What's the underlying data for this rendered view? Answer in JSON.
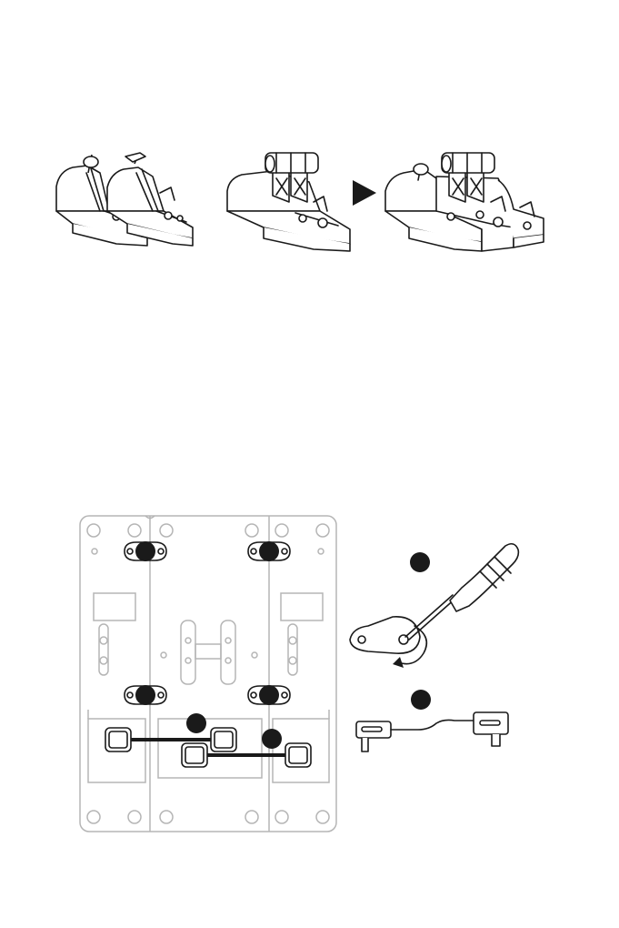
{
  "figure_top": {
    "modules": [
      "throttle-quadrant-pair",
      "throttle-levers-unit",
      "assembled-throttle-quadrant"
    ],
    "arrow_icon": "play-triangle-icon"
  },
  "figure_bottom": {
    "callouts": [
      {
        "id": "bolt-top-left",
        "style": "filled-dot"
      },
      {
        "id": "bolt-top-right",
        "style": "filled-dot"
      },
      {
        "id": "bolt-mid-left",
        "style": "filled-dot"
      },
      {
        "id": "bolt-mid-right",
        "style": "filled-dot"
      },
      {
        "id": "cable-callout-left",
        "style": "filled-dot"
      },
      {
        "id": "cable-callout-right",
        "style": "filled-dot"
      },
      {
        "id": "screwdriver-callout",
        "style": "filled-dot"
      },
      {
        "id": "cable-detail-callout",
        "style": "filled-dot"
      }
    ],
    "icons": [
      "screwdriver-icon",
      "rotation-arrow-icon",
      "connector-cable-icon"
    ]
  },
  "colors": {
    "ink": "#1a1a1a",
    "grey": "#b5b5b5",
    "background": "#ffffff"
  }
}
